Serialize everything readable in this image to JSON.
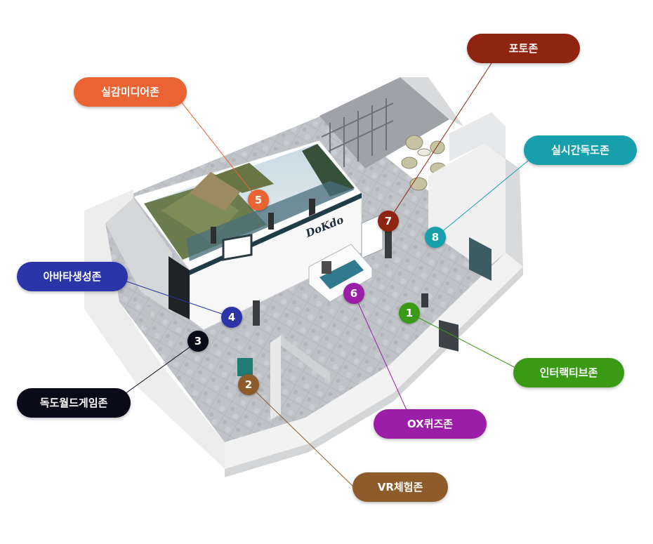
{
  "zones": [
    {
      "num": "1",
      "label": "인터랙티브존",
      "color": "#3a9a16"
    },
    {
      "num": "2",
      "label": "VR체험존",
      "color": "#8e5c2a"
    },
    {
      "num": "3",
      "label": "독도월드게임존",
      "color": "#0a0a18"
    },
    {
      "num": "4",
      "label": "아바타생성존",
      "color": "#2b35a8"
    },
    {
      "num": "5",
      "label": "실감미디어존",
      "color": "#ea6333"
    },
    {
      "num": "6",
      "label": "OX퀴즈존",
      "color": "#9a1ea8"
    },
    {
      "num": "7",
      "label": "포토존",
      "color": "#8f2410"
    },
    {
      "num": "8",
      "label": "실시간독도존",
      "color": "#17a0ab"
    }
  ],
  "screen_sign": "DoKdo"
}
